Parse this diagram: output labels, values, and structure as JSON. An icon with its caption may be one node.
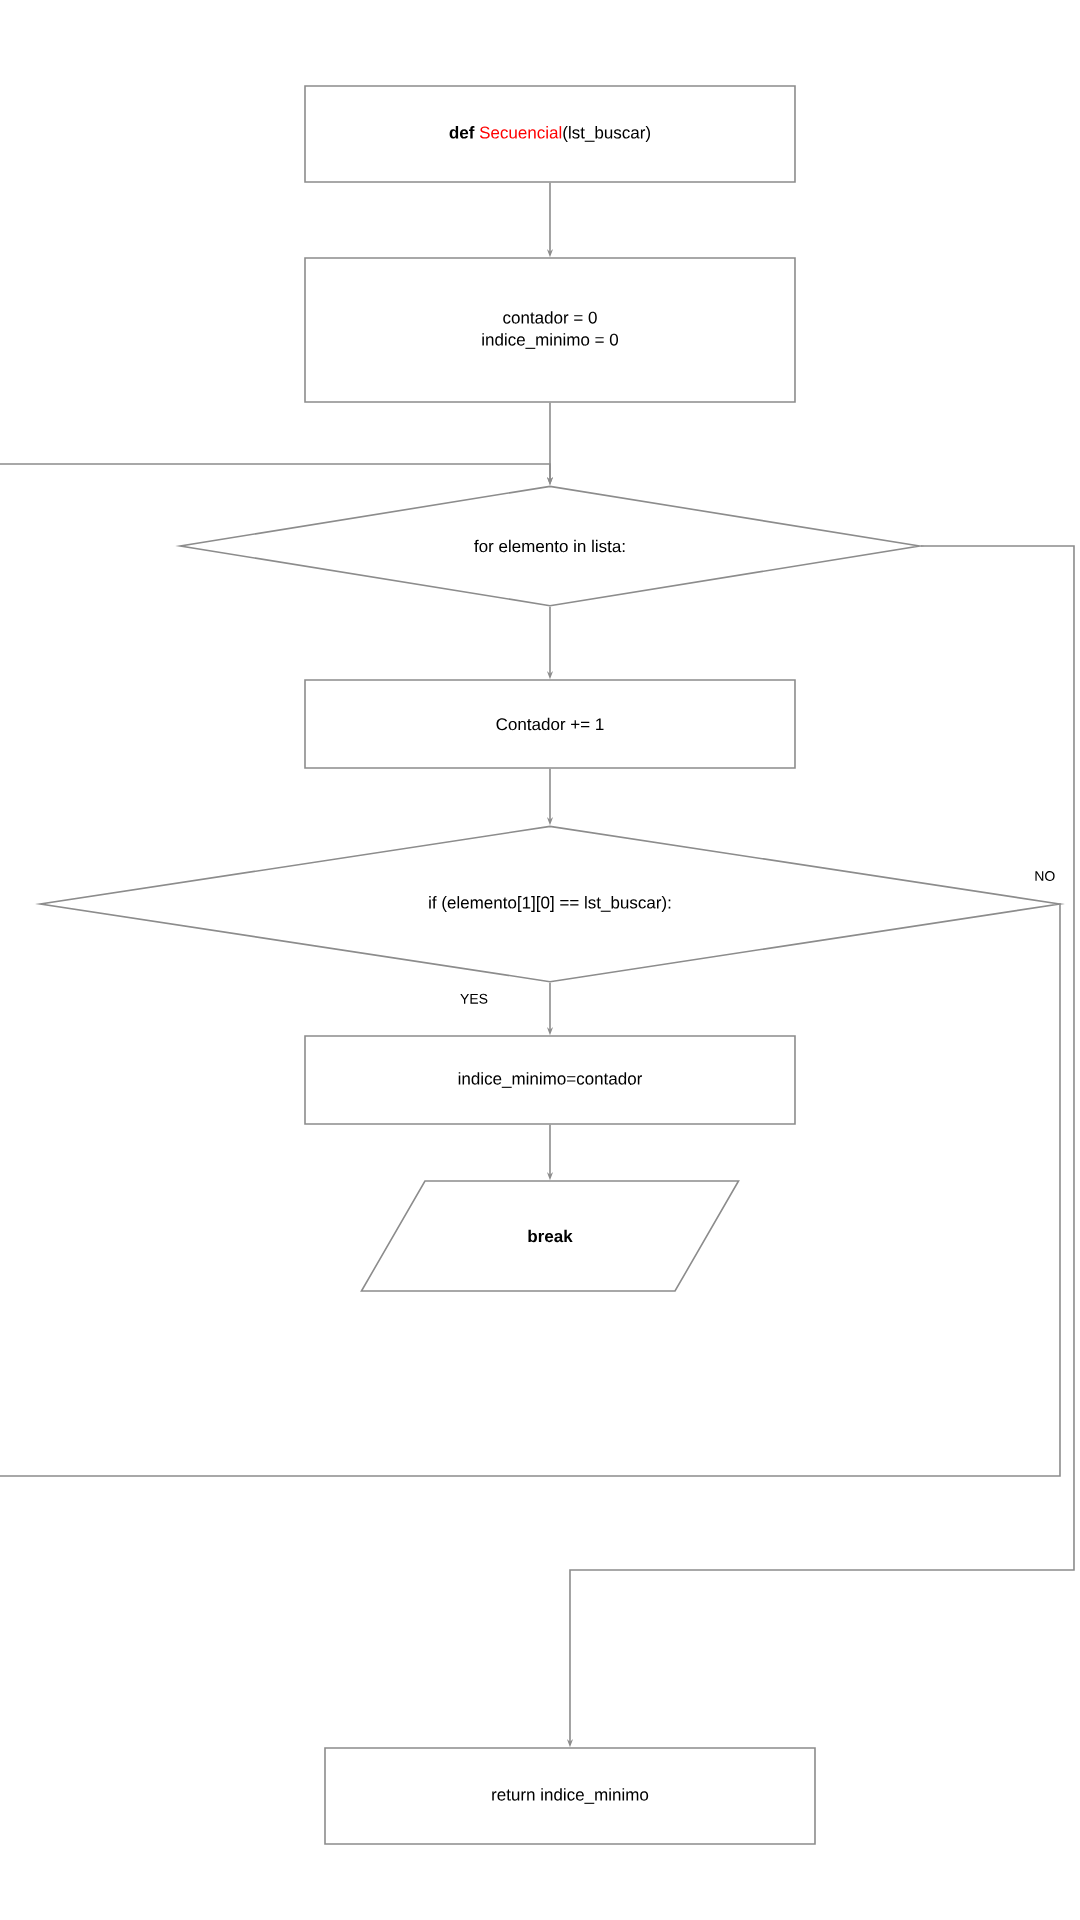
{
  "diagram": {
    "nodes": [
      {
        "text": [
          "def",
          "Secuencial",
          "(lst_buscar)"
        ]
      },
      {
        "text": [
          "contador = 0",
          "indice_minimo = 0"
        ]
      },
      {
        "text": [
          "for elemento in lista:"
        ]
      },
      {
        "text": [
          "Contador += 1"
        ]
      },
      {
        "text": [
          "if (elemento[1][0] == lst_buscar):"
        ]
      },
      {
        "text": [
          "indice_minimo=contador"
        ]
      },
      {
        "text": [
          "break"
        ]
      },
      {
        "text": [
          "return indice_minimo"
        ]
      }
    ],
    "edges": [
      {
        "from": 0,
        "to": 1,
        "arrow": "to"
      },
      {
        "from": 1,
        "to": 2,
        "arrow": "to"
      },
      {
        "from": 2,
        "to": 3,
        "arrow": "to"
      },
      {
        "from": 3,
        "to": 4,
        "arrow": "to"
      },
      {
        "from": 4,
        "to": 5,
        "arrow": "to",
        "label": "YES"
      },
      {
        "from": 5,
        "to": 6,
        "arrow": "to"
      },
      {
        "from": 4,
        "to": 2,
        "arrow": "to",
        "label": "NO"
      },
      {
        "from": 2,
        "to": 7,
        "arrow": "to"
      }
    ]
  }
}
